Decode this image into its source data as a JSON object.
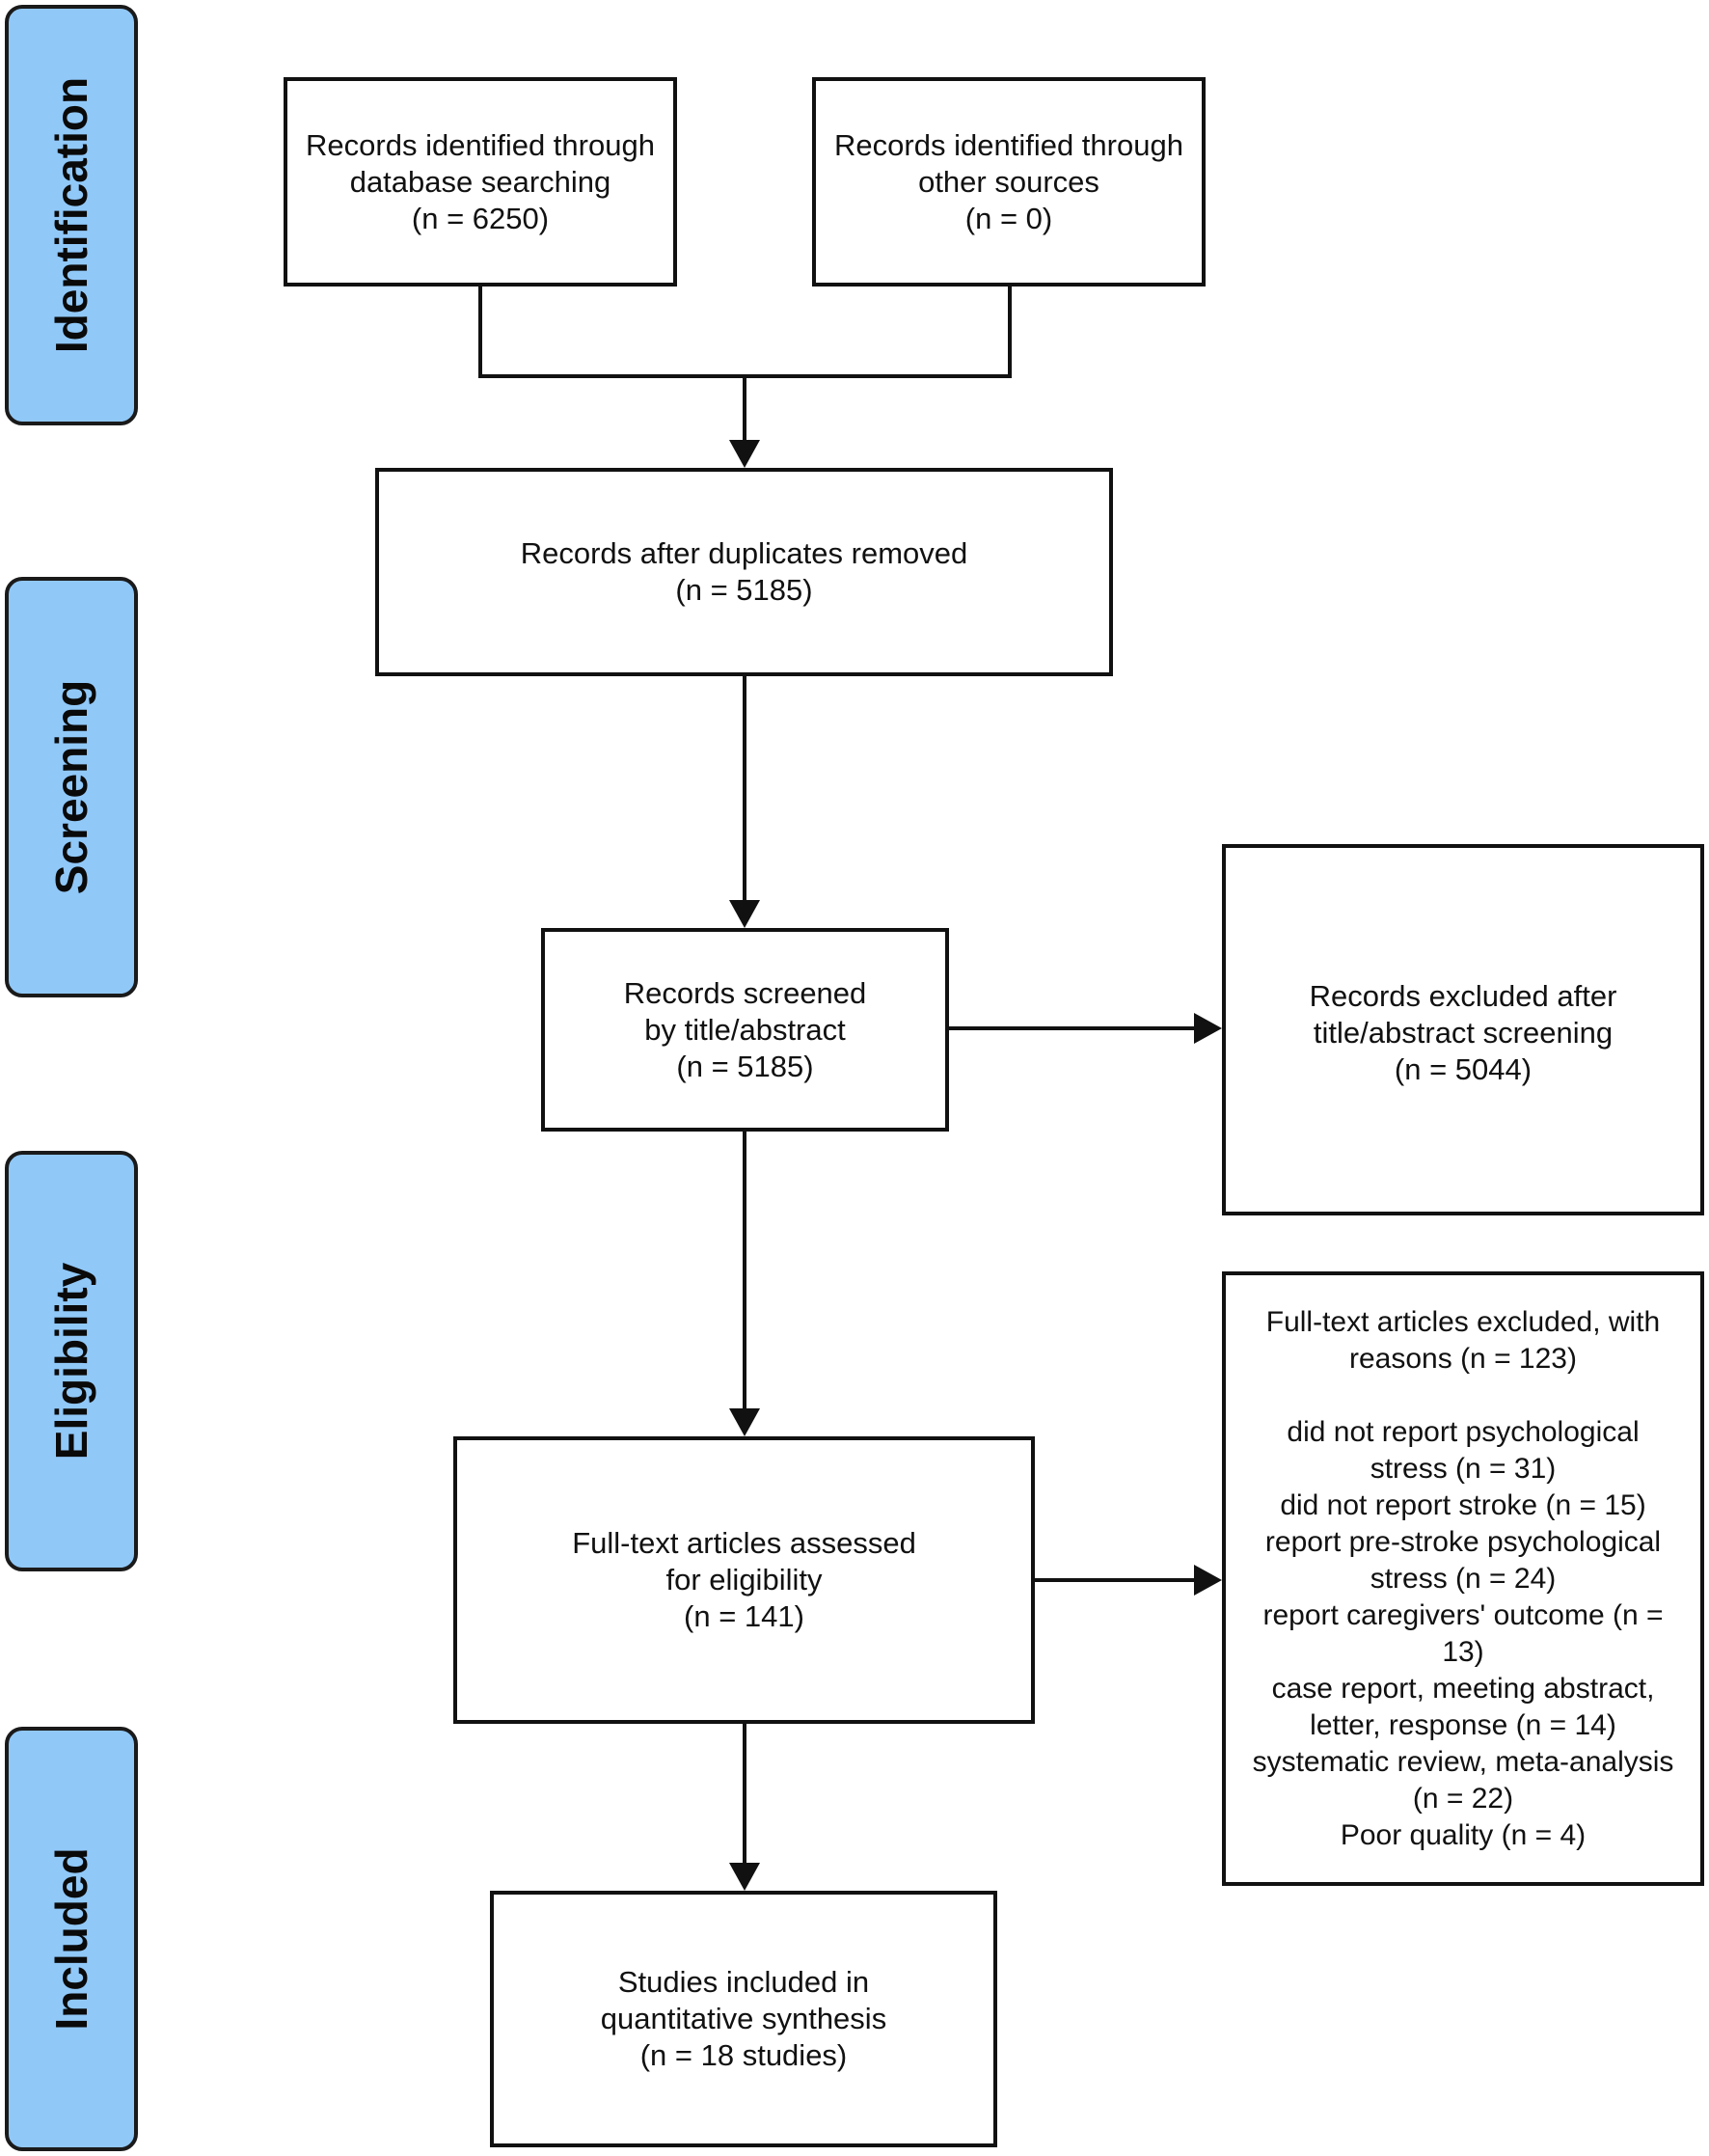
{
  "phases": {
    "identification": "Identification",
    "screening": "Screening",
    "eligibility": "Eligibility",
    "included": "Included"
  },
  "boxes": {
    "database": {
      "line1": "Records identified through",
      "line2": "database searching",
      "count": "(n =  6250)"
    },
    "other_sources": {
      "line1": "Records identified through",
      "line2": "other sources",
      "count": "(n = 0)"
    },
    "after_duplicates": {
      "line1": "Records after duplicates removed",
      "count": "(n = 5185)"
    },
    "screened": {
      "line1": "Records screened",
      "line2": "by title/abstract",
      "count": "(n = 5185)"
    },
    "excluded_screening": {
      "line1": "Records excluded after",
      "line2": "title/abstract screening",
      "count": "(n = 5044)"
    },
    "fulltext_assessed": {
      "line1": "Full-text articles assessed",
      "line2": "for eligibility",
      "count": "(n = 141)"
    },
    "fulltext_excluded": {
      "heading1": "Full-text articles excluded, with",
      "heading2": "reasons (n = 123)",
      "reasons": [
        "did not report psychological",
        "stress (n =  31)",
        "did not report stroke (n = 15)",
        "report pre-stroke psychological",
        "stress (n = 24)",
        "report caregivers' outcome (n =",
        "13)",
        "case report, meeting abstract,",
        "letter, response (n = 14)",
        "systematic review, meta-analysis",
        "(n = 22)",
        "Poor quality (n = 4)"
      ]
    },
    "included": {
      "line1": "Studies included in",
      "line2": "quantitative synthesis",
      "count": "(n = 18 studies)"
    }
  },
  "colors": {
    "phase_fill": "#90c8f8",
    "border": "#111111"
  }
}
